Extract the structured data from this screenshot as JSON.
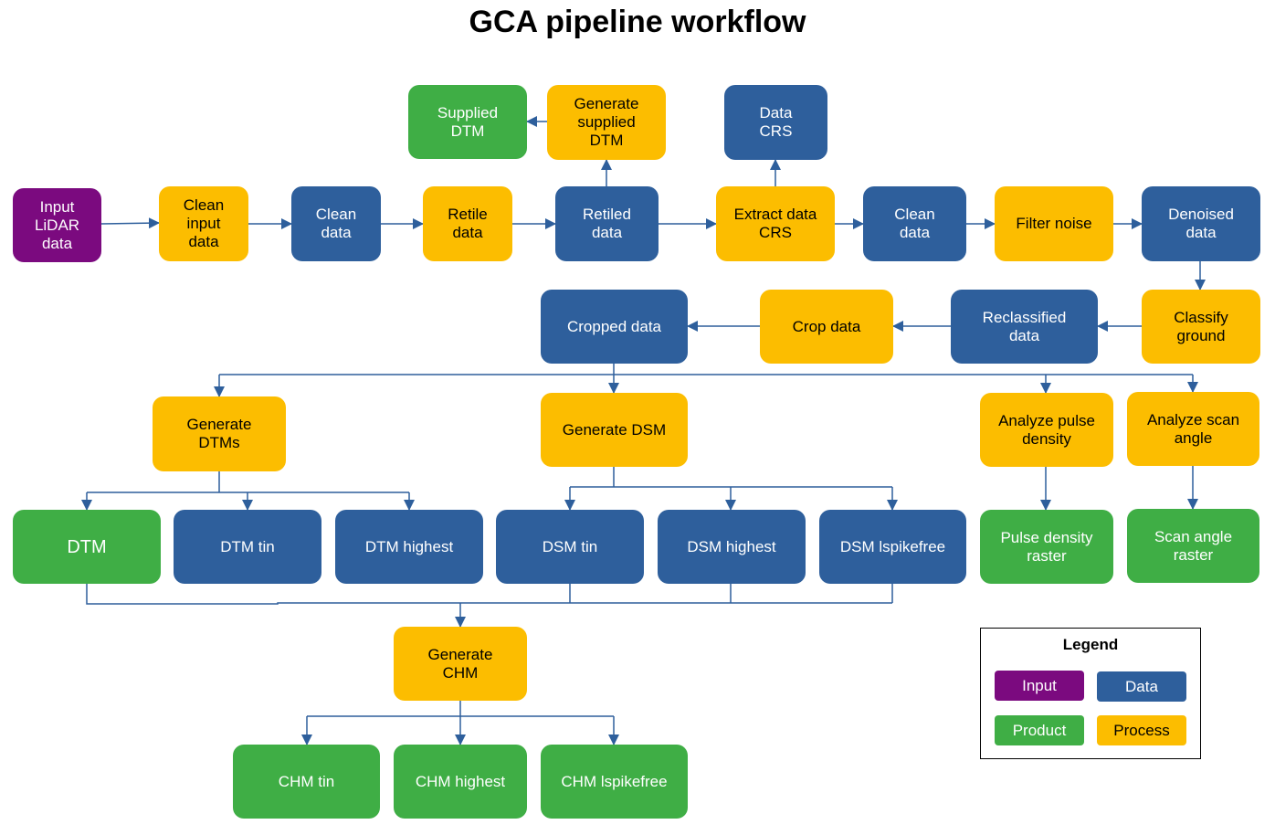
{
  "title": "GCA pipeline workflow",
  "colors": {
    "input": "#7b0a7f",
    "data": "#2e5f9c",
    "product": "#3fae45",
    "process": "#fcbd00",
    "edge": "#2e5f9c"
  },
  "nodes": {
    "input_lidar": "Input\nLiDAR\ndata",
    "clean_input": "Clean\ninput\ndata",
    "clean_data_1": "Clean\ndata",
    "retile": "Retile\ndata",
    "retiled": "Retiled\ndata",
    "extract_crs": "Extract data\nCRS",
    "clean_data_2": "Clean\ndata",
    "filter_noise": "Filter noise",
    "denoised": "Denoised\ndata",
    "supplied_dtm": "Supplied\nDTM",
    "gen_supplied_dtm": "Generate\nsupplied\nDTM",
    "data_crs": "Data\nCRS",
    "classify_ground": "Classify\nground",
    "reclassified": "Reclassified\ndata",
    "crop": "Crop data",
    "cropped": "Cropped data",
    "gen_dtms": "Generate\nDTMs",
    "gen_dsm": "Generate DSM",
    "pulse_density": "Analyze pulse\ndensity",
    "scan_angle": "Analyze scan\nangle",
    "dtm": "DTM",
    "dtm_tin": "DTM tin",
    "dtm_highest": "DTM highest",
    "dsm_tin": "DSM tin",
    "dsm_highest": "DSM highest",
    "dsm_lspikefree": "DSM lspikefree",
    "pulse_raster": "Pulse density\nraster",
    "scan_raster": "Scan angle\nraster",
    "gen_chm": "Generate\nCHM",
    "chm_tin": "CHM tin",
    "chm_highest": "CHM highest",
    "chm_lspikefree": "CHM lspikefree"
  },
  "legend": {
    "title": "Legend",
    "input": "Input",
    "data": "Data",
    "product": "Product",
    "process": "Process"
  }
}
